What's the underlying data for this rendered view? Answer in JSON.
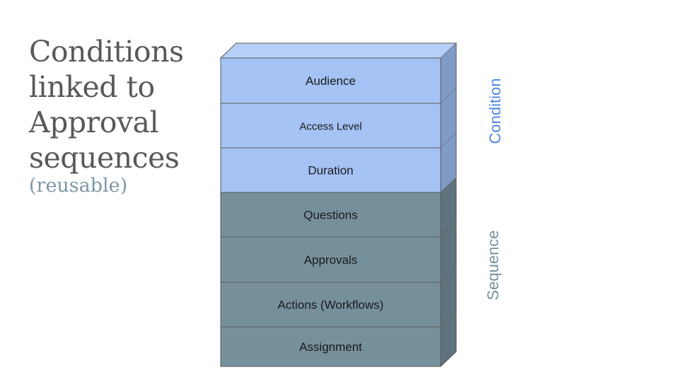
{
  "title": {
    "lines": [
      "Conditions",
      "linked to",
      "Approval",
      "sequences"
    ],
    "subtitle": "(reusable)"
  },
  "stack": {
    "layers": [
      {
        "label": "Audience",
        "group": "condition"
      },
      {
        "label": "Access Level",
        "group": "condition"
      },
      {
        "label": "Duration",
        "group": "condition"
      },
      {
        "label": "Questions",
        "group": "sequence"
      },
      {
        "label": "Approvals",
        "group": "sequence"
      },
      {
        "label": "Actions (Workflows)",
        "group": "sequence"
      },
      {
        "label": "Assignment",
        "group": "sequence"
      }
    ]
  },
  "groups": {
    "condition": {
      "label": "Condition",
      "front": "#a4c2f4",
      "side": "#7f9bc6",
      "top": "#b6cff6",
      "text_color": "#4a86e8"
    },
    "sequence": {
      "label": "Sequence",
      "front": "#76909b",
      "side": "#5f747d",
      "text_color": "#76909b"
    }
  }
}
